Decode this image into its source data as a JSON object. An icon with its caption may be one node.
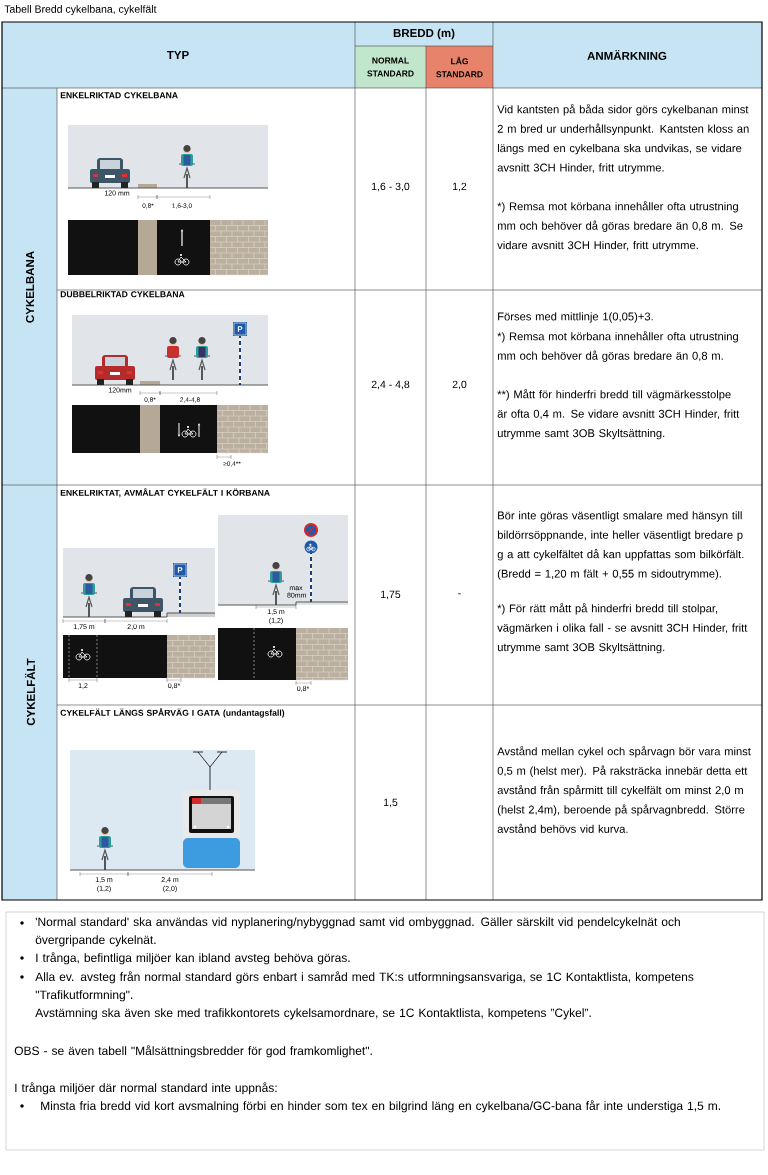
{
  "diagram": {
    "title": "Tabell Bredd cykelbana, cykelfält",
    "labels": [
      "TYP",
      "BREDD (m)",
      "NORMAL STANDARD",
      "LÅG STANDARD",
      "ANMÄRKNING",
      "CYKELBANA",
      "ENKELRIKTAD CYKELBANA",
      "120 mm",
      "0,8*",
      "1,6-3,0",
      "1,6 - 3,0",
      "1,2",
      "Vid kantsten på båda sidor görs cykelbanan minst 2 m bred ur underhållsynpunkt. Kantsten kloss an längs med en cykelbana ska undvikas, se vidare avsnitt 3CH Hinder, fritt utrymme.",
      "*) Remsa mot körbana innehåller ofta utrustning mm och behöver då göras bredare än 0,8 m. Se vidare avsnitt 3CH Hinder, fritt utrymme.",
      "DUBBELRIKTAD CYKELBANA",
      "P",
      "120mm",
      "0,8*",
      "2,4-4,8",
      "≥0,4**",
      "2,4 - 4,8",
      "2,0",
      "Förses med mittlinje 1(0,05)+3.",
      "*) Remsa mot körbana innehåller ofta utrustning mm och behöver då göras bredare än 0,8 m.",
      "**) Mått för hinderfri bredd till vägmärkesstolpe är ofta 0,4 m. Se vidare avsnitt 3CH Hinder, fritt utrymme samt 3OB Skyltsättning.",
      "CYKELFÄLT",
      "ENKELRIKTAT, AVMÅLAT CYKELFÄLT I KÖRBANA",
      "P",
      "1,75 m",
      "2,0 m",
      "1,2",
      "0,8*",
      "max 80mm",
      "1,5 m",
      "(1,2)",
      "0,8*",
      "1,75",
      "-",
      "Bör inte göras väsentligt smalare med hänsyn till bildörrsöppnande, inte heller väsentligt bredare p g a att cykelfältet då kan uppfattas som bilkörfält. (Bredd = 1,20 m fält + 0,55 m sidoutrymme).",
      "*) För rätt mått på hinderfri bredd till stolpar, vägmärken i olika fall - se avsnitt 3CH Hinder, fritt utrymme samt 3OB Skyltsättning.",
      "CYKELFÄLT LÄNGS SPÅRVÄG I GATA (undantagsfall)",
      "1,5 m",
      "(1,2)",
      "2,4 m",
      "(2,0)",
      "1,5",
      "Avstånd mellan cykel och spårvagn bör vara minst 0,5 m (helst mer). På raksträcka innebär detta ett avstånd från spårmitt till cykelfält om minst 2,0 m (helst 2,4m), beroende på spårvagnbredd. Större avstånd behövs vid kurva.",
      "'Normal standard' ska användas vid nyplanering/nybyggnad samt vid ombyggnad. Gäller särskilt vid pendelcykelnät och övergripande cykelnät.",
      "I trånga, befintliga miljöer kan ibland avsteg behöva göras.",
      "Alla ev. avsteg från normal standard görs enbart i samråd med TK:s utformningsansvariga, se 1C Kontaktlista, kompetens \"Trafikutformning\".",
      "Avstämning ska även ske med trafikkontorets cykelsamordnare, se 1C Kontaktlista, kompetens ”Cykel”.",
      "OBS - se även tabell \"Målsättningsbredder för god framkomlighet\".",
      "I trånga miljöer där normal standard inte uppnås:",
      "Minsta fria bredd vid kort avsmalning förbi en hinder som tex en bilgrind läng en cykelbana/GC-bana får inte understiga 1,5 m."
    ]
  }
}
